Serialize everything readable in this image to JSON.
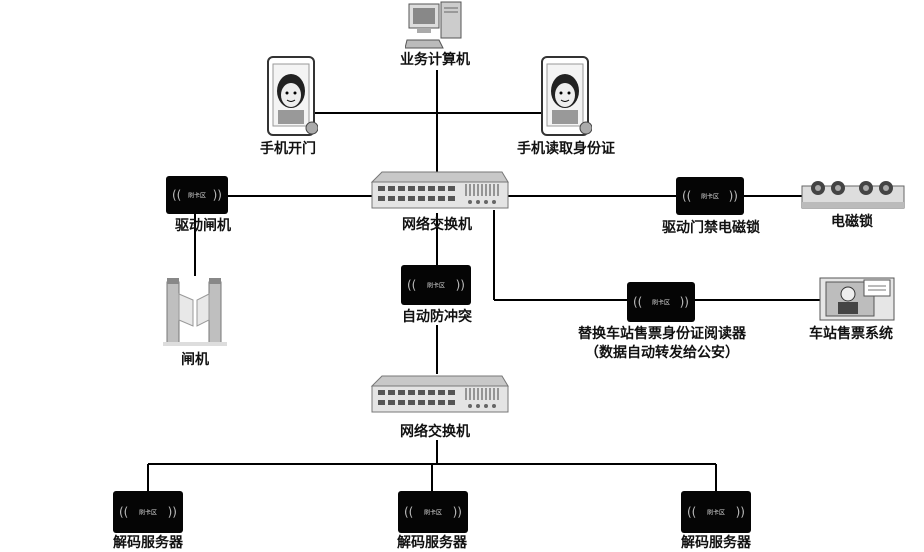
{
  "nodes": {
    "business_pc": "业务计算机",
    "phone_door": "手机开门",
    "phone_id": "手机读取身份证",
    "drive_gate": "驱动闸机",
    "switch_top": "网络交换机",
    "drive_lock": "驱动门禁电磁锁",
    "em_lock": "电磁锁",
    "gate": "闸机",
    "anti_collision": "自动防冲突",
    "id_reader": "替换车站售票身份证阅读器",
    "id_reader_note": "（数据自动转发给公安）",
    "ticket_system": "车站售票系统",
    "switch_bottom": "网络交换机",
    "decoder_1": "解码服务器",
    "decoder_2": "解码服务器",
    "decoder_3": "解码服务器"
  },
  "reader_text": "刷卡区",
  "icons": {
    "computer": "desktop-computer-icon",
    "phone": "smartphone-icon",
    "switch": "network-switch-icon",
    "reader": "card-reader-icon",
    "gate": "turnstile-gate-icon",
    "lock": "electromagnetic-lock-icon",
    "ticket": "ticket-machine-icon"
  }
}
